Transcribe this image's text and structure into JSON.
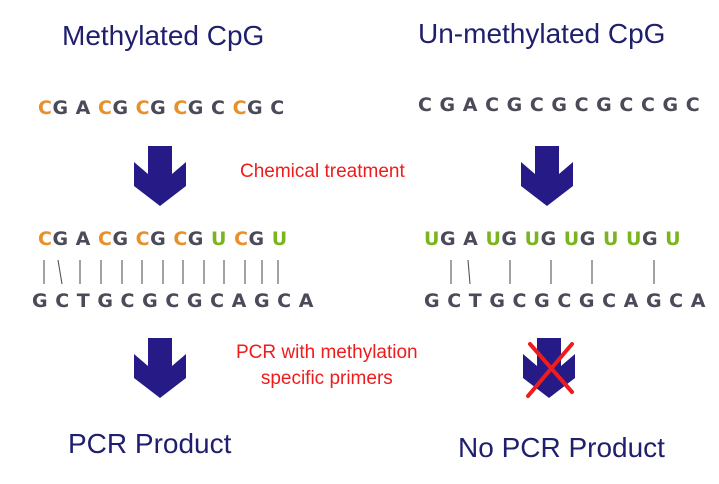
{
  "headings": {
    "left": "Methylated CpG",
    "right": "Un-methylated CpG"
  },
  "left": {
    "original": [
      {
        "t": "C",
        "k": "m"
      },
      {
        "t": "G A ",
        "k": "n"
      },
      {
        "t": "C",
        "k": "m"
      },
      {
        "t": "G ",
        "k": "n"
      },
      {
        "t": "C",
        "k": "m"
      },
      {
        "t": "G ",
        "k": "n"
      },
      {
        "t": "C",
        "k": "m"
      },
      {
        "t": "G C ",
        "k": "n"
      },
      {
        "t": "C",
        "k": "m"
      },
      {
        "t": "G C",
        "k": "n"
      }
    ],
    "treated": [
      {
        "t": "C",
        "k": "m"
      },
      {
        "t": "G A ",
        "k": "n"
      },
      {
        "t": "C",
        "k": "m"
      },
      {
        "t": "G ",
        "k": "n"
      },
      {
        "t": "C",
        "k": "m"
      },
      {
        "t": "G ",
        "k": "n"
      },
      {
        "t": "C",
        "k": "m"
      },
      {
        "t": "G ",
        "k": "n"
      },
      {
        "t": "U",
        "k": "u"
      },
      {
        "t": " ",
        "k": "n"
      },
      {
        "t": "C",
        "k": "m"
      },
      {
        "t": "G ",
        "k": "n"
      },
      {
        "t": "U",
        "k": "u"
      }
    ],
    "complement": "G C T G C G C G C A G C A",
    "result": "PCR Product"
  },
  "right": {
    "original": "C G A C G C G C G C C G C",
    "treated": [
      {
        "t": "U",
        "k": "u"
      },
      {
        "t": "G A ",
        "k": "n"
      },
      {
        "t": "U",
        "k": "u"
      },
      {
        "t": "G ",
        "k": "n"
      },
      {
        "t": "U",
        "k": "u"
      },
      {
        "t": "G ",
        "k": "n"
      },
      {
        "t": "U",
        "k": "u"
      },
      {
        "t": "G ",
        "k": "n"
      },
      {
        "t": "U",
        "k": "u"
      },
      {
        "t": " ",
        "k": "n"
      },
      {
        "t": "U",
        "k": "u"
      },
      {
        "t": "G ",
        "k": "n"
      },
      {
        "t": "U",
        "k": "u"
      }
    ],
    "complement": "G C T G C G C G C A G C A",
    "result": "No PCR Product"
  },
  "steps": {
    "treatment": "Chemical treatment",
    "pcr_line1": "PCR with methylation",
    "pcr_line2": "specific primers"
  },
  "colors": {
    "heading": "#1f1f6e",
    "arrow": "#261b86",
    "methylated_c": "#e8902a",
    "uracil": "#7ab51d",
    "step_text": "#ee1c1c",
    "cross": "#ee1c1c"
  }
}
